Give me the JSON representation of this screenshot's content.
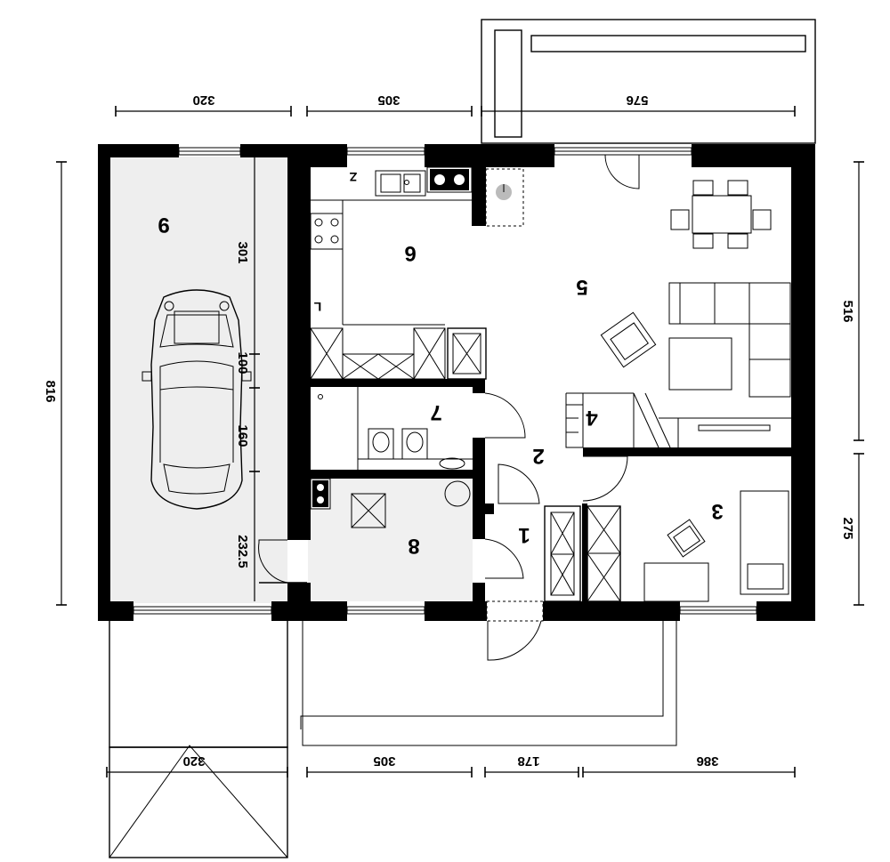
{
  "dimensions": {
    "top_left": "320",
    "top_middle": "305",
    "top_right": "576",
    "bottom_left": "320",
    "bottom_middle": "305",
    "bottom_narrow": "178",
    "bottom_right": "386",
    "left_total": "816",
    "right_upper": "516",
    "right_lower": "275",
    "garage_inner_1": "301",
    "garage_inner_2": "100",
    "garage_inner_3": "160",
    "garage_inner_4": "232.5"
  },
  "rooms": {
    "r1": "1",
    "r2": "2",
    "r3": "3",
    "r4": "4",
    "r5": "5",
    "r6": "6",
    "r7": "7",
    "r8": "8",
    "r9": "9"
  },
  "markers": {
    "fridge": "Z",
    "oven": "L"
  }
}
